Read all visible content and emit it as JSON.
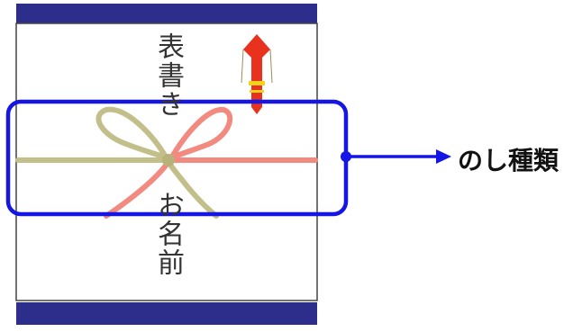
{
  "noshi_paper": {
    "omote_gaki": "表書き",
    "name_text": "お名前"
  },
  "callout": {
    "label": "のし種類"
  },
  "colors": {
    "band": "#2d2e8c",
    "frame": "#444444",
    "highlight": "#1515e6",
    "ribbon_gold": "#c2bf8a",
    "ribbon_red": "#f28a80",
    "noshi_red": "#e8321e",
    "noshi_yellow": "#f2d21a"
  }
}
